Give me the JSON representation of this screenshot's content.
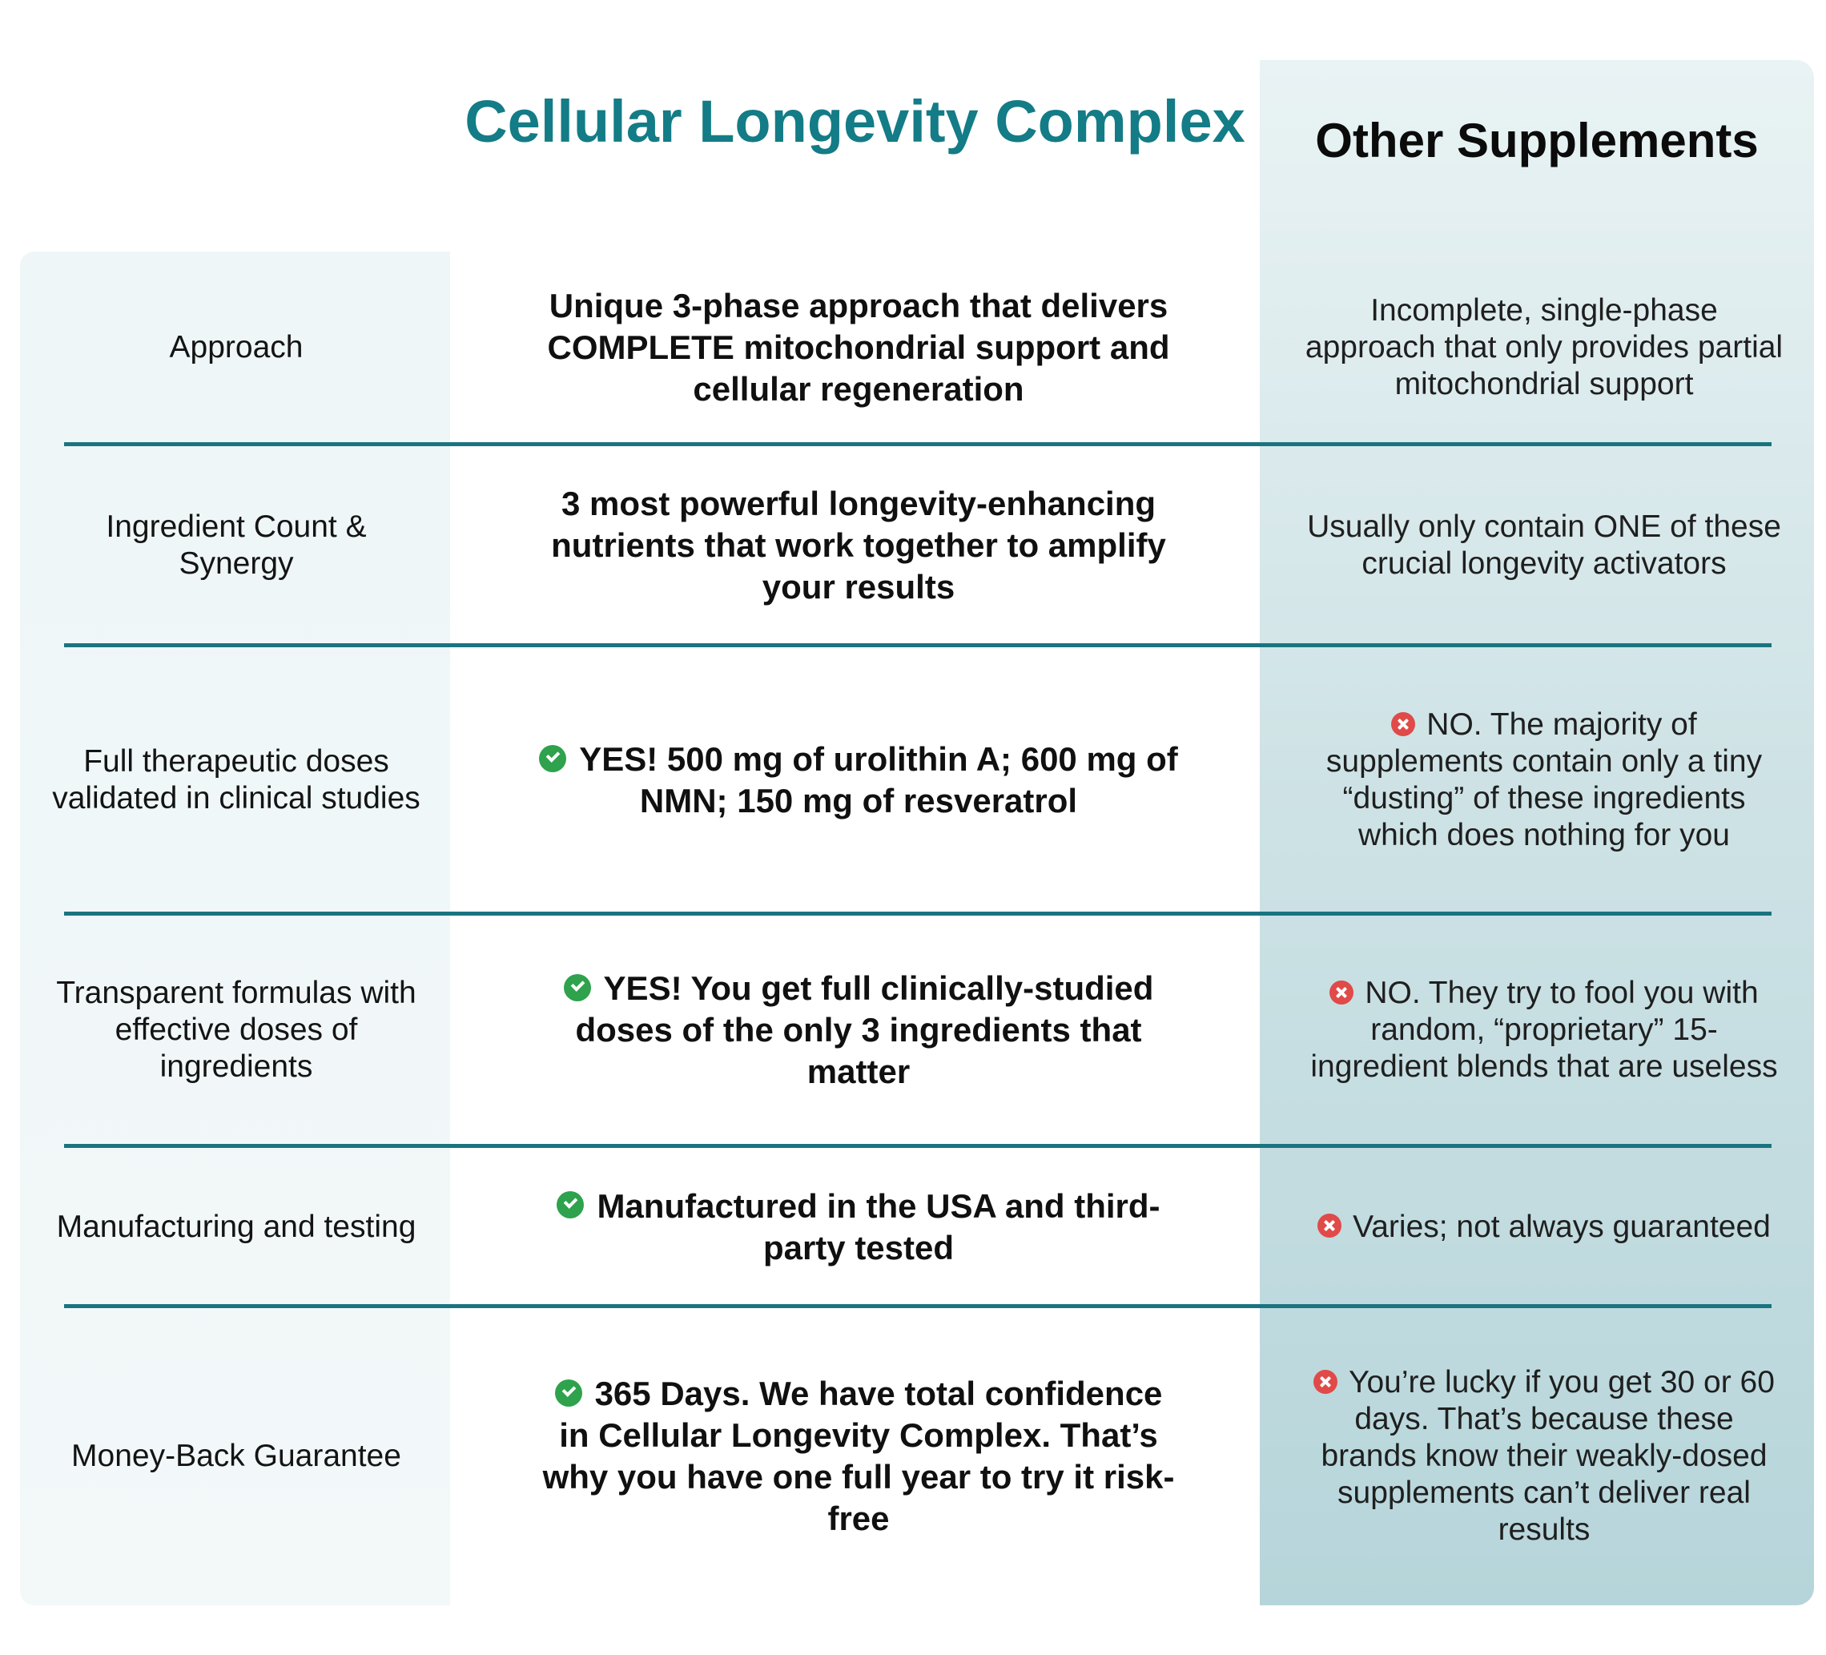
{
  "header": {
    "main_title": "Cellular Longevity Complex",
    "other_title": "Other Supplements"
  },
  "rows": [
    {
      "label": "Approach",
      "main": "Unique 3-phase approach that delivers COMPLETE mitochondrial support and cellular regeneration",
      "main_icon": "",
      "other": "Incomplete, single-phase approach that only provides partial mitochondrial support",
      "other_icon": ""
    },
    {
      "label": "Ingredient Count & Synergy",
      "main": "3 most powerful longevity-enhancing nutrients that work together to amplify your results",
      "main_icon": "",
      "other": "Usually only contain ONE of these crucial longevity activators",
      "other_icon": ""
    },
    {
      "label": "Full therapeutic doses validated in clinical studies",
      "main": "YES! 500 mg of urolithin A; 600 mg of NMN; 150 mg of resveratrol",
      "main_icon": "check-circle-icon",
      "other": "NO. The majority of supplements contain only a tiny “dusting” of these ingredients which does nothing for you",
      "other_icon": "x-circle-icon"
    },
    {
      "label": "Transparent formulas with effective doses of ingredients",
      "main": "YES! You get full clinically-studied doses of the only 3 ingredients that matter",
      "main_icon": "check-circle-icon",
      "other": "NO. They try to fool you with random, “proprietary” 15-ingredient blends that are useless",
      "other_icon": "x-circle-icon"
    },
    {
      "label": "Manufacturing and testing",
      "main": "Manufactured in the USA and third-party tested",
      "main_icon": "check-circle-icon",
      "other": "Varies; not always guaranteed",
      "other_icon": "x-circle-icon"
    },
    {
      "label": "Money-Back Guarantee",
      "main": "365 Days. We have total confidence in Cellular Longevity Complex. That’s why you have one full year to try it risk-free",
      "main_icon": "check-circle-icon",
      "other": "You’re lucky if you get 30 or 60 days. That’s because these brands know their weakly-dosed supplements can’t deliver real results",
      "other_icon": "x-circle-icon"
    }
  ],
  "colors": {
    "accent": "#137c86",
    "divider": "#1a7480",
    "check": "#2ea24c",
    "cross": "#e04a48"
  }
}
